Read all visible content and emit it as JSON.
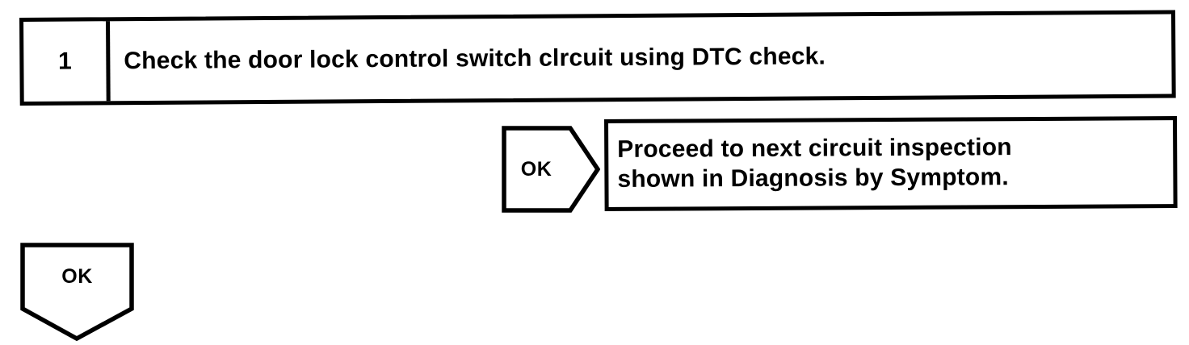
{
  "document": {
    "type": "diagnostic-flowchart",
    "background_color": "#ffffff",
    "line_color": "#000000"
  },
  "step": {
    "number": "1",
    "instruction": "Check the door lock control switch clrcuit using DTC check."
  },
  "branch_arrow": {
    "label": "OK",
    "direction": "right",
    "shape": "pentagon-arrow"
  },
  "result_box": {
    "line1": "Proceed to next circuit inspection",
    "line2": "shown in Diagnosis by Symptom."
  },
  "continue_marker": {
    "label": "OK",
    "direction": "down",
    "shape": "pentagon-down"
  }
}
